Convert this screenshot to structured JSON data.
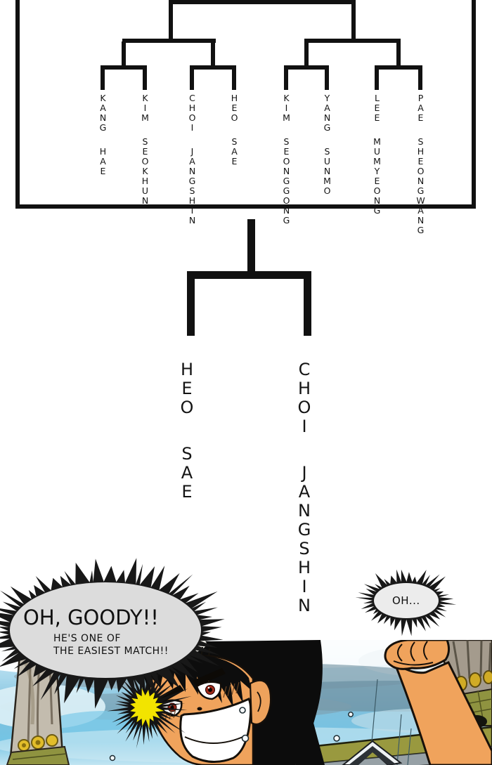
{
  "bracket": {
    "round1": [
      "KANG HAE",
      "KIM SEOKHUN",
      "CHOI JANGSHIN",
      "HEO SAE",
      "KIM SEONGGONG",
      "YANG SUNMO",
      "LEE MUMYEONG",
      "PAE SHEONGWANG"
    ],
    "final": {
      "left": "HEO SAE",
      "right": "CHOI JANGSHIN"
    }
  },
  "bubbles": {
    "main": {
      "line1": "OH, GOODY!!",
      "line2": "HE'S ONE OF",
      "line3": "THE EASIEST MATCH!!"
    },
    "small": {
      "text": "OH..."
    }
  },
  "colors": {
    "ink": "#111111",
    "skin": "#f0a35c",
    "fence_olive": "#99993f",
    "burst_yellow": "#f2e400",
    "eye_red": "#9e2a1a",
    "sky_mid": "#6fb7d9"
  }
}
